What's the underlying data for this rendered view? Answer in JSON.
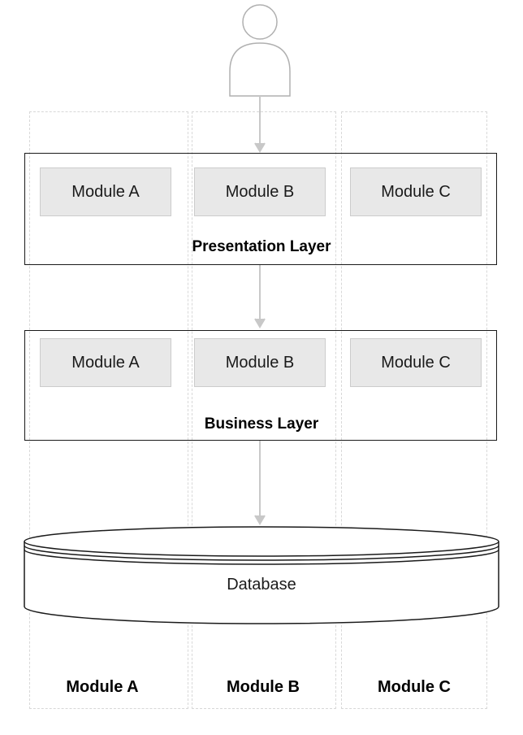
{
  "diagram": {
    "presentation_layer": {
      "label": "Presentation Layer",
      "modules": [
        "Module A",
        "Module B",
        "Module C"
      ]
    },
    "business_layer": {
      "label": "Business Layer",
      "modules": [
        "Module A",
        "Module B",
        "Module C"
      ]
    },
    "database": {
      "label": "Database"
    },
    "columns": [
      "Module A",
      "Module B",
      "Module C"
    ],
    "icons": [
      "user-icon",
      "arrow-down-icon"
    ],
    "colors": {
      "module_fill": "#e8e8e8",
      "layer_border": "#1a1a1a",
      "arrow": "#c8c8c8",
      "column_border": "#d8d8d8",
      "user_outline": "#b0b0b0"
    }
  }
}
